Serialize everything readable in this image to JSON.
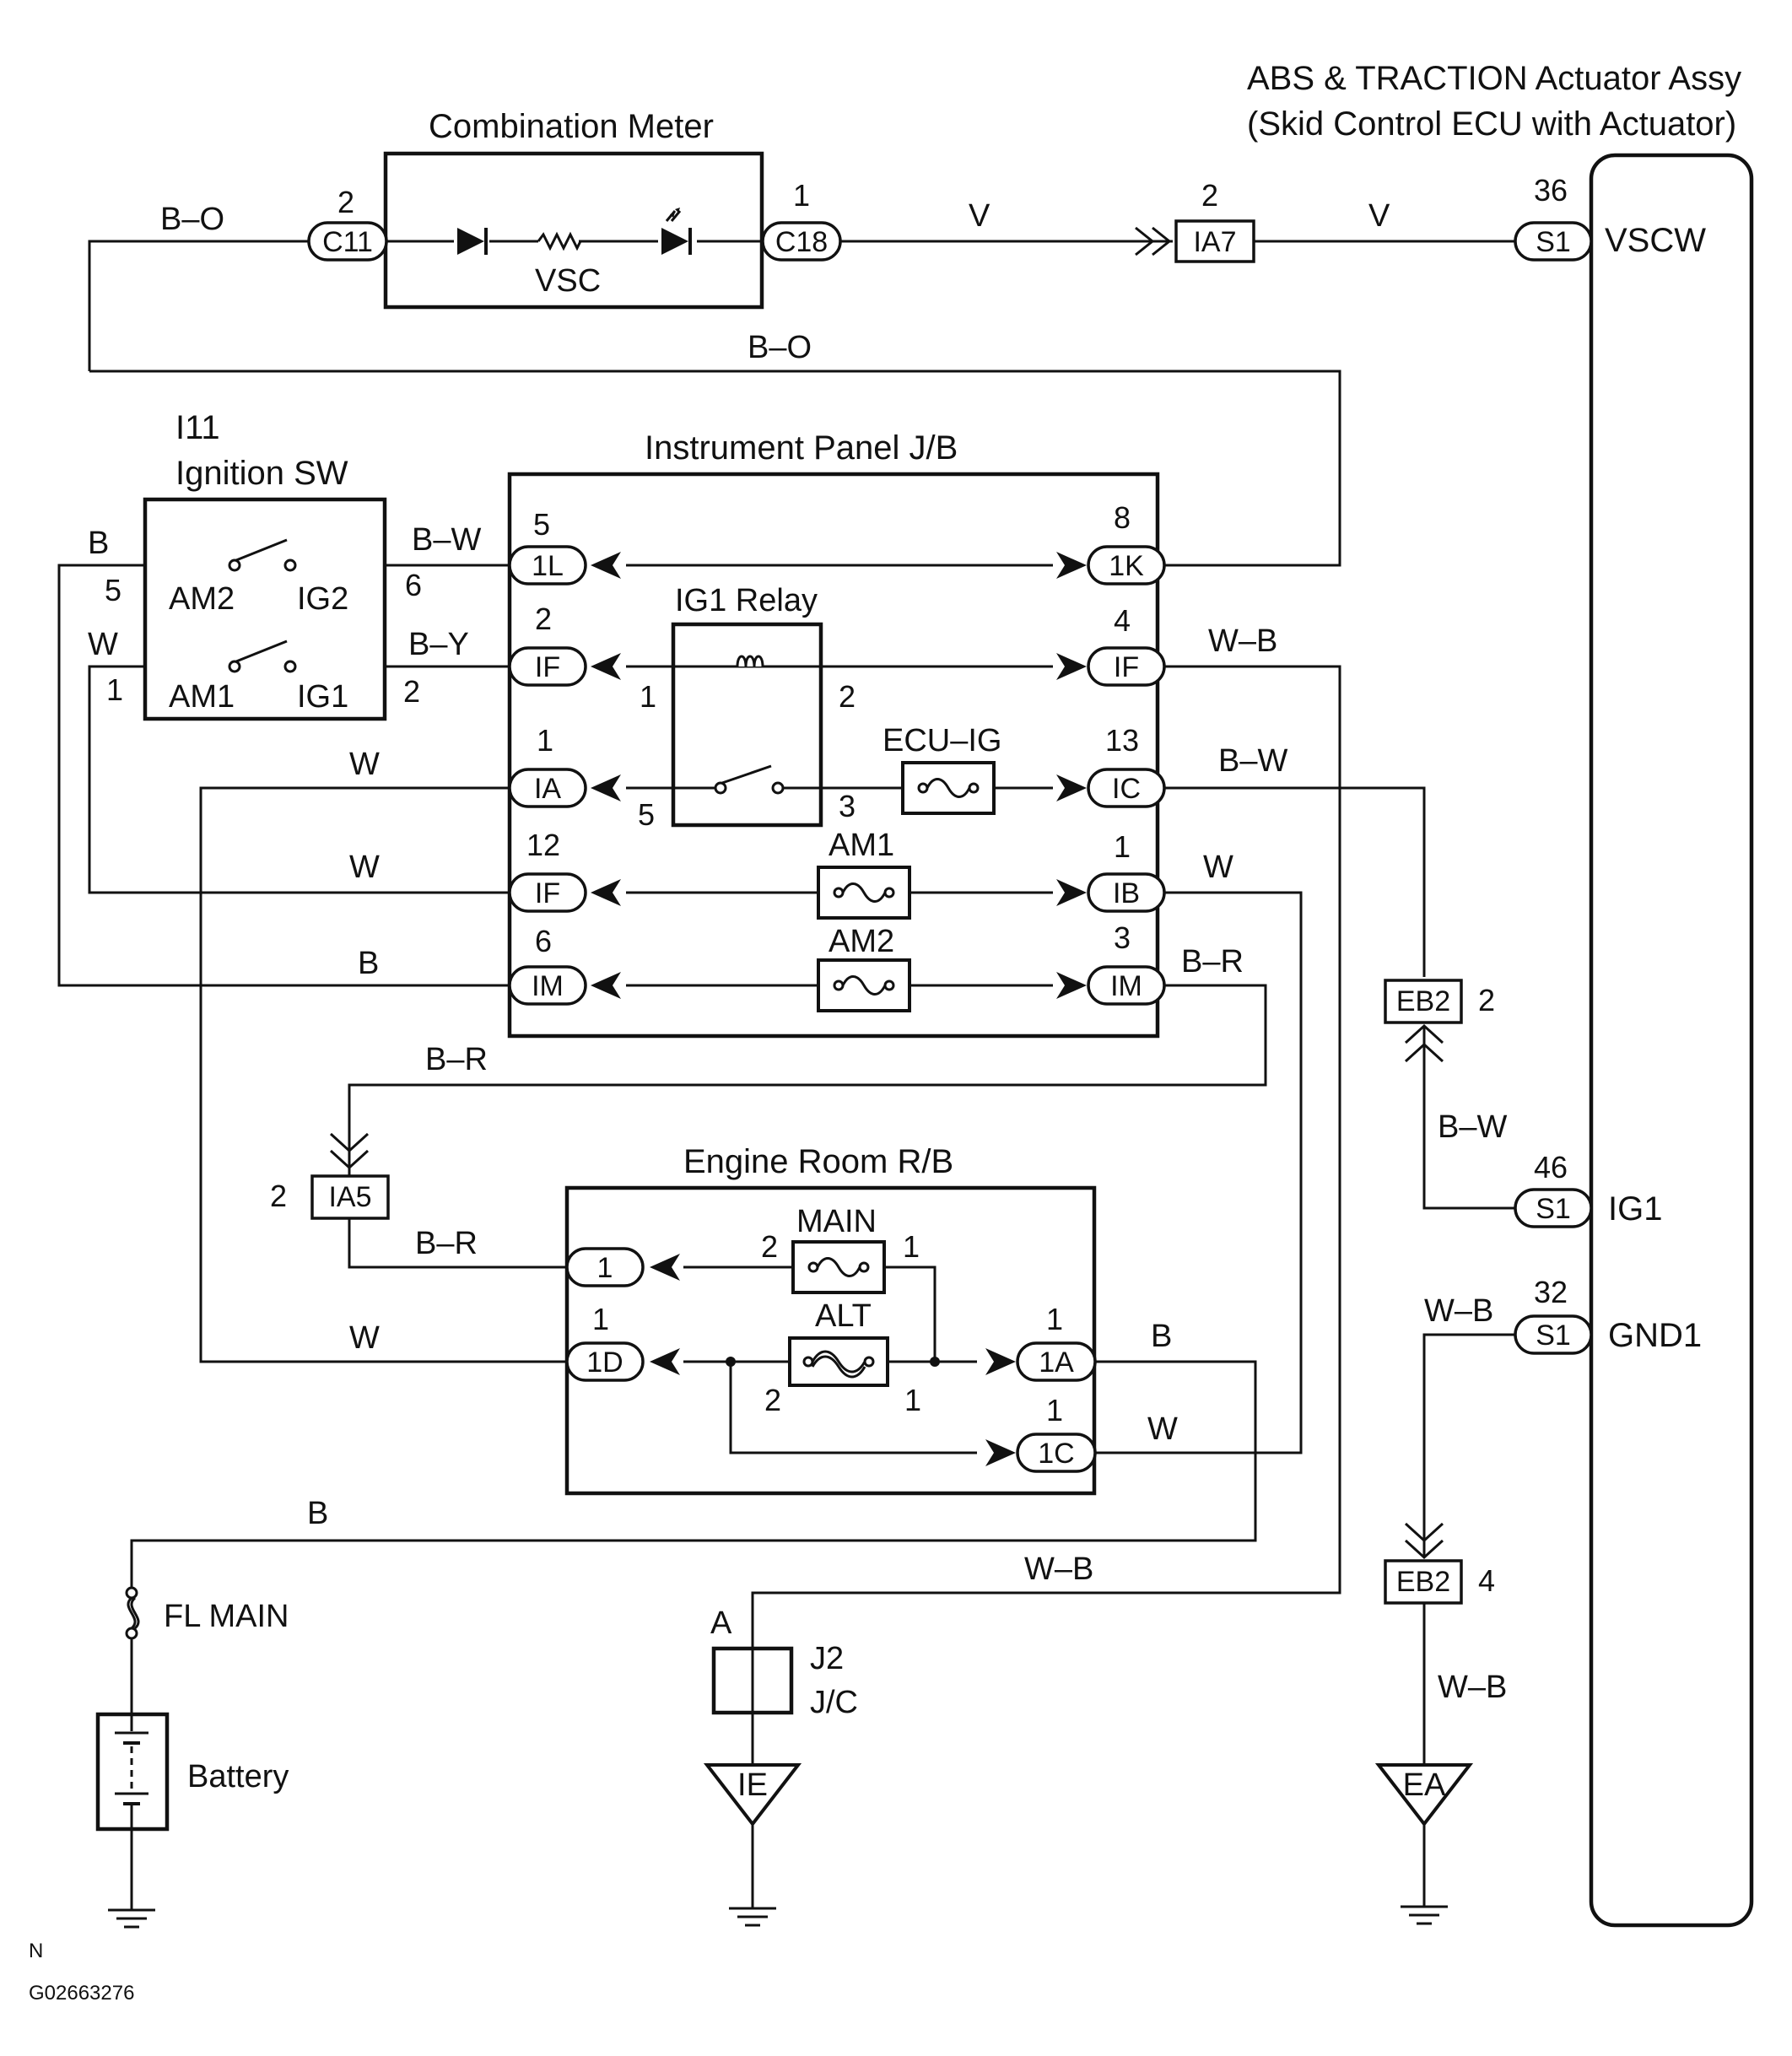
{
  "titles": {
    "abs_line1": "ABS & TRACTION Actuator Assy",
    "abs_line2": "(Skid Control ECU with Actuator)",
    "combination_meter": "Combination Meter",
    "instrument_panel_jb": "Instrument Panel J/B",
    "engine_room_rb": "Engine Room R/B",
    "ignition_sw_code": "I11",
    "ignition_sw": "Ignition SW",
    "ig1_relay": "IG1 Relay"
  },
  "connectors": {
    "c11": "C11",
    "c18": "C18",
    "ia7": "IA7",
    "s1_vscw": "S1",
    "s1_ig1": "S1",
    "s1_gnd1": "S1",
    "p_1l": "1L",
    "p_if_2": "IF",
    "p_ia": "IA",
    "p_if_12": "IF",
    "p_im_6": "IM",
    "p_1k": "1K",
    "p_if_4": "IF",
    "p_ic": "IC",
    "p_ib": "IB",
    "p_im_3": "IM",
    "ia5": "IA5",
    "eb2_top": "EB2",
    "eb2_bot": "EB2",
    "er_1": "1",
    "er_1d": "1D",
    "er_1a": "1A",
    "er_1c": "1C"
  },
  "pins": {
    "c11": "2",
    "c18": "1",
    "ia7": "2",
    "s1_vscw": "36",
    "sw_am2": "5",
    "sw_ig2": "6",
    "sw_am1": "1",
    "sw_ig1": "2",
    "p_1l": "5",
    "p_if_2": "2",
    "p_ia": "1",
    "p_if_12": "12",
    "p_im_6": "6",
    "p_1k": "8",
    "p_if_4": "4",
    "p_ic": "13",
    "p_ib": "1",
    "p_im_3": "3",
    "relay_1": "1",
    "relay_2": "2",
    "relay_5": "5",
    "relay_3": "3",
    "eb2_top": "2",
    "s1_ig1": "46",
    "s1_gnd1": "32",
    "ia5": "2",
    "eb2_bot": "4",
    "main_2": "2",
    "main_1": "1",
    "alt_1_top": "1",
    "alt_2": "2",
    "alt_1_bot": "1",
    "er_1d": "1",
    "er_1a": "1",
    "er_1c": "1"
  },
  "wires": {
    "b_o_top": "B–O",
    "v_left": "V",
    "v_right": "V",
    "b_o_mid": "B–O",
    "b_sw": "B",
    "b_w_sw": "B–W",
    "w_sw": "W",
    "b_y_sw": "B–Y",
    "w_ia": "W",
    "w_if": "W",
    "b_im": "B",
    "w_b_right": "W–B",
    "b_w_right": "B–W",
    "w_ib": "W",
    "b_r_im": "B–R",
    "b_r_loop": "B–R",
    "b_r_ia5": "B–R",
    "w_1d": "W",
    "b_1a": "B",
    "w_1c": "W",
    "b_bat": "B",
    "w_b_bottom": "W–B",
    "b_w_eb2": "B–W",
    "w_b_gnd1": "W–B",
    "w_b_ea": "W–B"
  },
  "components": {
    "vsc": "VSC",
    "am2": "AM2",
    "ig2": "IG2",
    "am1": "AM1",
    "ig1": "IG1",
    "ecu_ig": "ECU–IG",
    "fuse_am1": "AM1",
    "fuse_am2": "AM2",
    "main": "MAIN",
    "alt": "ALT",
    "fl_main": "FL MAIN",
    "battery": "Battery",
    "j2": "J2",
    "jc": "J/C",
    "a": "A",
    "ie": "IE",
    "ea": "EA"
  },
  "terminals": {
    "vscw": "VSCW",
    "ig1": "IG1",
    "gnd1": "GND1"
  },
  "footer": {
    "n": "N",
    "code": "G02663276"
  }
}
